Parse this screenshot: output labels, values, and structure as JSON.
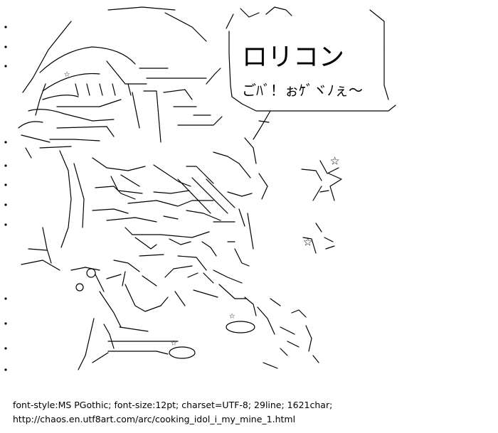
{
  "artwork": {
    "speech_bubble": {
      "title": "ロリコン",
      "subtitle": "ごﾊﾞ！ぉｹﾞヾﾉぇ～"
    }
  },
  "caption": {
    "meta": "font-style:MS PGothic; font-size:12pt; charset=UTF-8; 29line; 1621char;",
    "url": "http://chaos.en.utf8art.com/arc/cooking_idol_i_my_mine_1.html"
  }
}
